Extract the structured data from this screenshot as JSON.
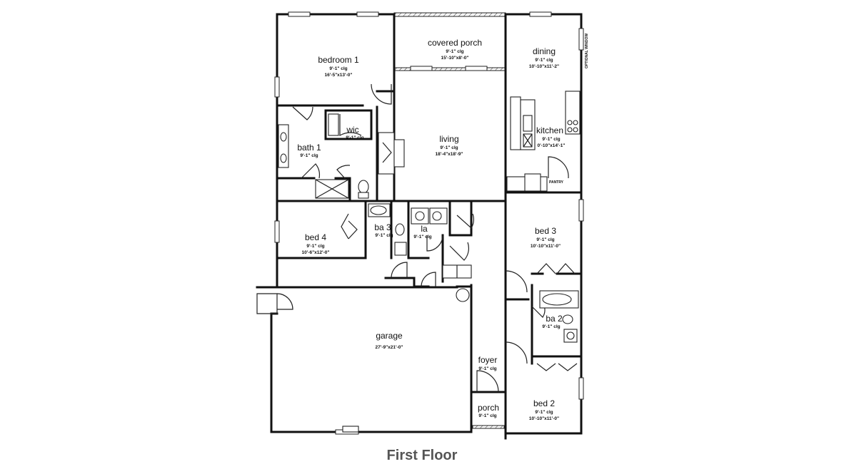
{
  "caption": "First Floor",
  "rooms": {
    "bedroom1": {
      "name": "bedroom 1",
      "ceiling": "9'-1\" clg",
      "size": "16'-5\"x13'-0\""
    },
    "porch_covered": {
      "name": "covered porch",
      "ceiling": "9'-1\" clg",
      "size": "15'-10\"x8'-0\""
    },
    "dining": {
      "name": "dining",
      "ceiling": "9'-1\" clg",
      "size": "10'-10\"x11'-2\""
    },
    "wic": {
      "name": "wic",
      "ceiling": "9'-1\" clg"
    },
    "bath1": {
      "name": "bath 1",
      "ceiling": "9'-1\" clg"
    },
    "living": {
      "name": "living",
      "ceiling": "9'-1\" clg",
      "size": "18'-4\"x18'-9\""
    },
    "kitchen": {
      "name": "kitchen",
      "ceiling": "9'-1\" clg",
      "size": "0'-10\"x14'-1\""
    },
    "bed4": {
      "name": "bed 4",
      "ceiling": "9'-1\" clg",
      "size": "10'-6\"x12'-0\""
    },
    "ba3": {
      "name": "ba 3",
      "ceiling": "9'-1\" clg"
    },
    "la": {
      "name": "la",
      "ceiling": "9'-1\" clg"
    },
    "bed3": {
      "name": "bed 3",
      "ceiling": "9'-1\" clg",
      "size": "10'-10\"x11'-0\""
    },
    "ba2": {
      "name": "ba 2",
      "ceiling": "9'-1\" clg"
    },
    "garage": {
      "name": "garage",
      "size": "27'-9\"x21'-0\""
    },
    "foyer": {
      "name": "foyer",
      "ceiling": "9'-1\" clg"
    },
    "porch": {
      "name": "porch",
      "ceiling": "9'-1\" clg"
    },
    "bed2": {
      "name": "bed 2",
      "ceiling": "9'-1\" clg",
      "size": "10'-10\"x11'-0\""
    }
  },
  "labels": {
    "pantry": "PANTRY",
    "side_note": "OPTIONAL WINDOW"
  }
}
